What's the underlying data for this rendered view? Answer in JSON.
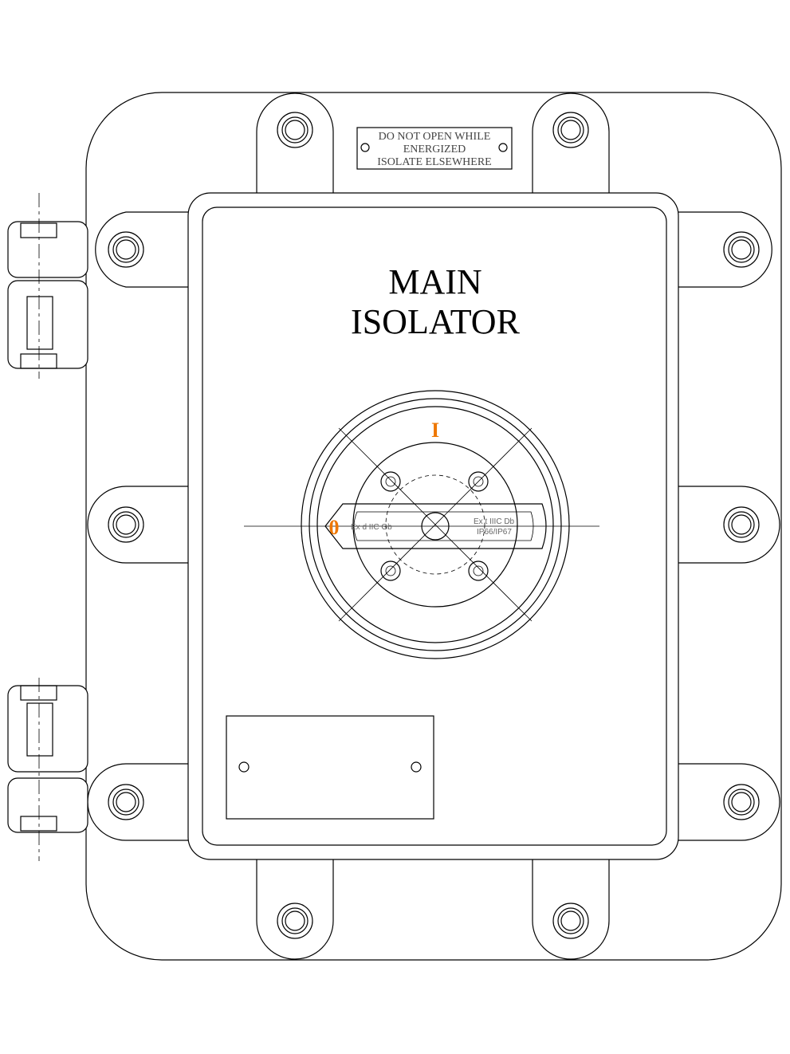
{
  "title": {
    "line1": "MAIN",
    "line2": "ISOLATOR"
  },
  "warning_label": {
    "line1": "DO NOT OPEN WHILE",
    "line2": "ENERGIZED",
    "line3": "ISOLATE ELSEWHERE",
    "hatch_color": "#e05050"
  },
  "switch": {
    "on_label": "I",
    "off_label": "0",
    "marking_left": "Ex d IIC Gb",
    "marking_right_1": "Ex t IIIC Db",
    "marking_right_2": "IP66/IP67",
    "position_color": "#ee7700"
  }
}
